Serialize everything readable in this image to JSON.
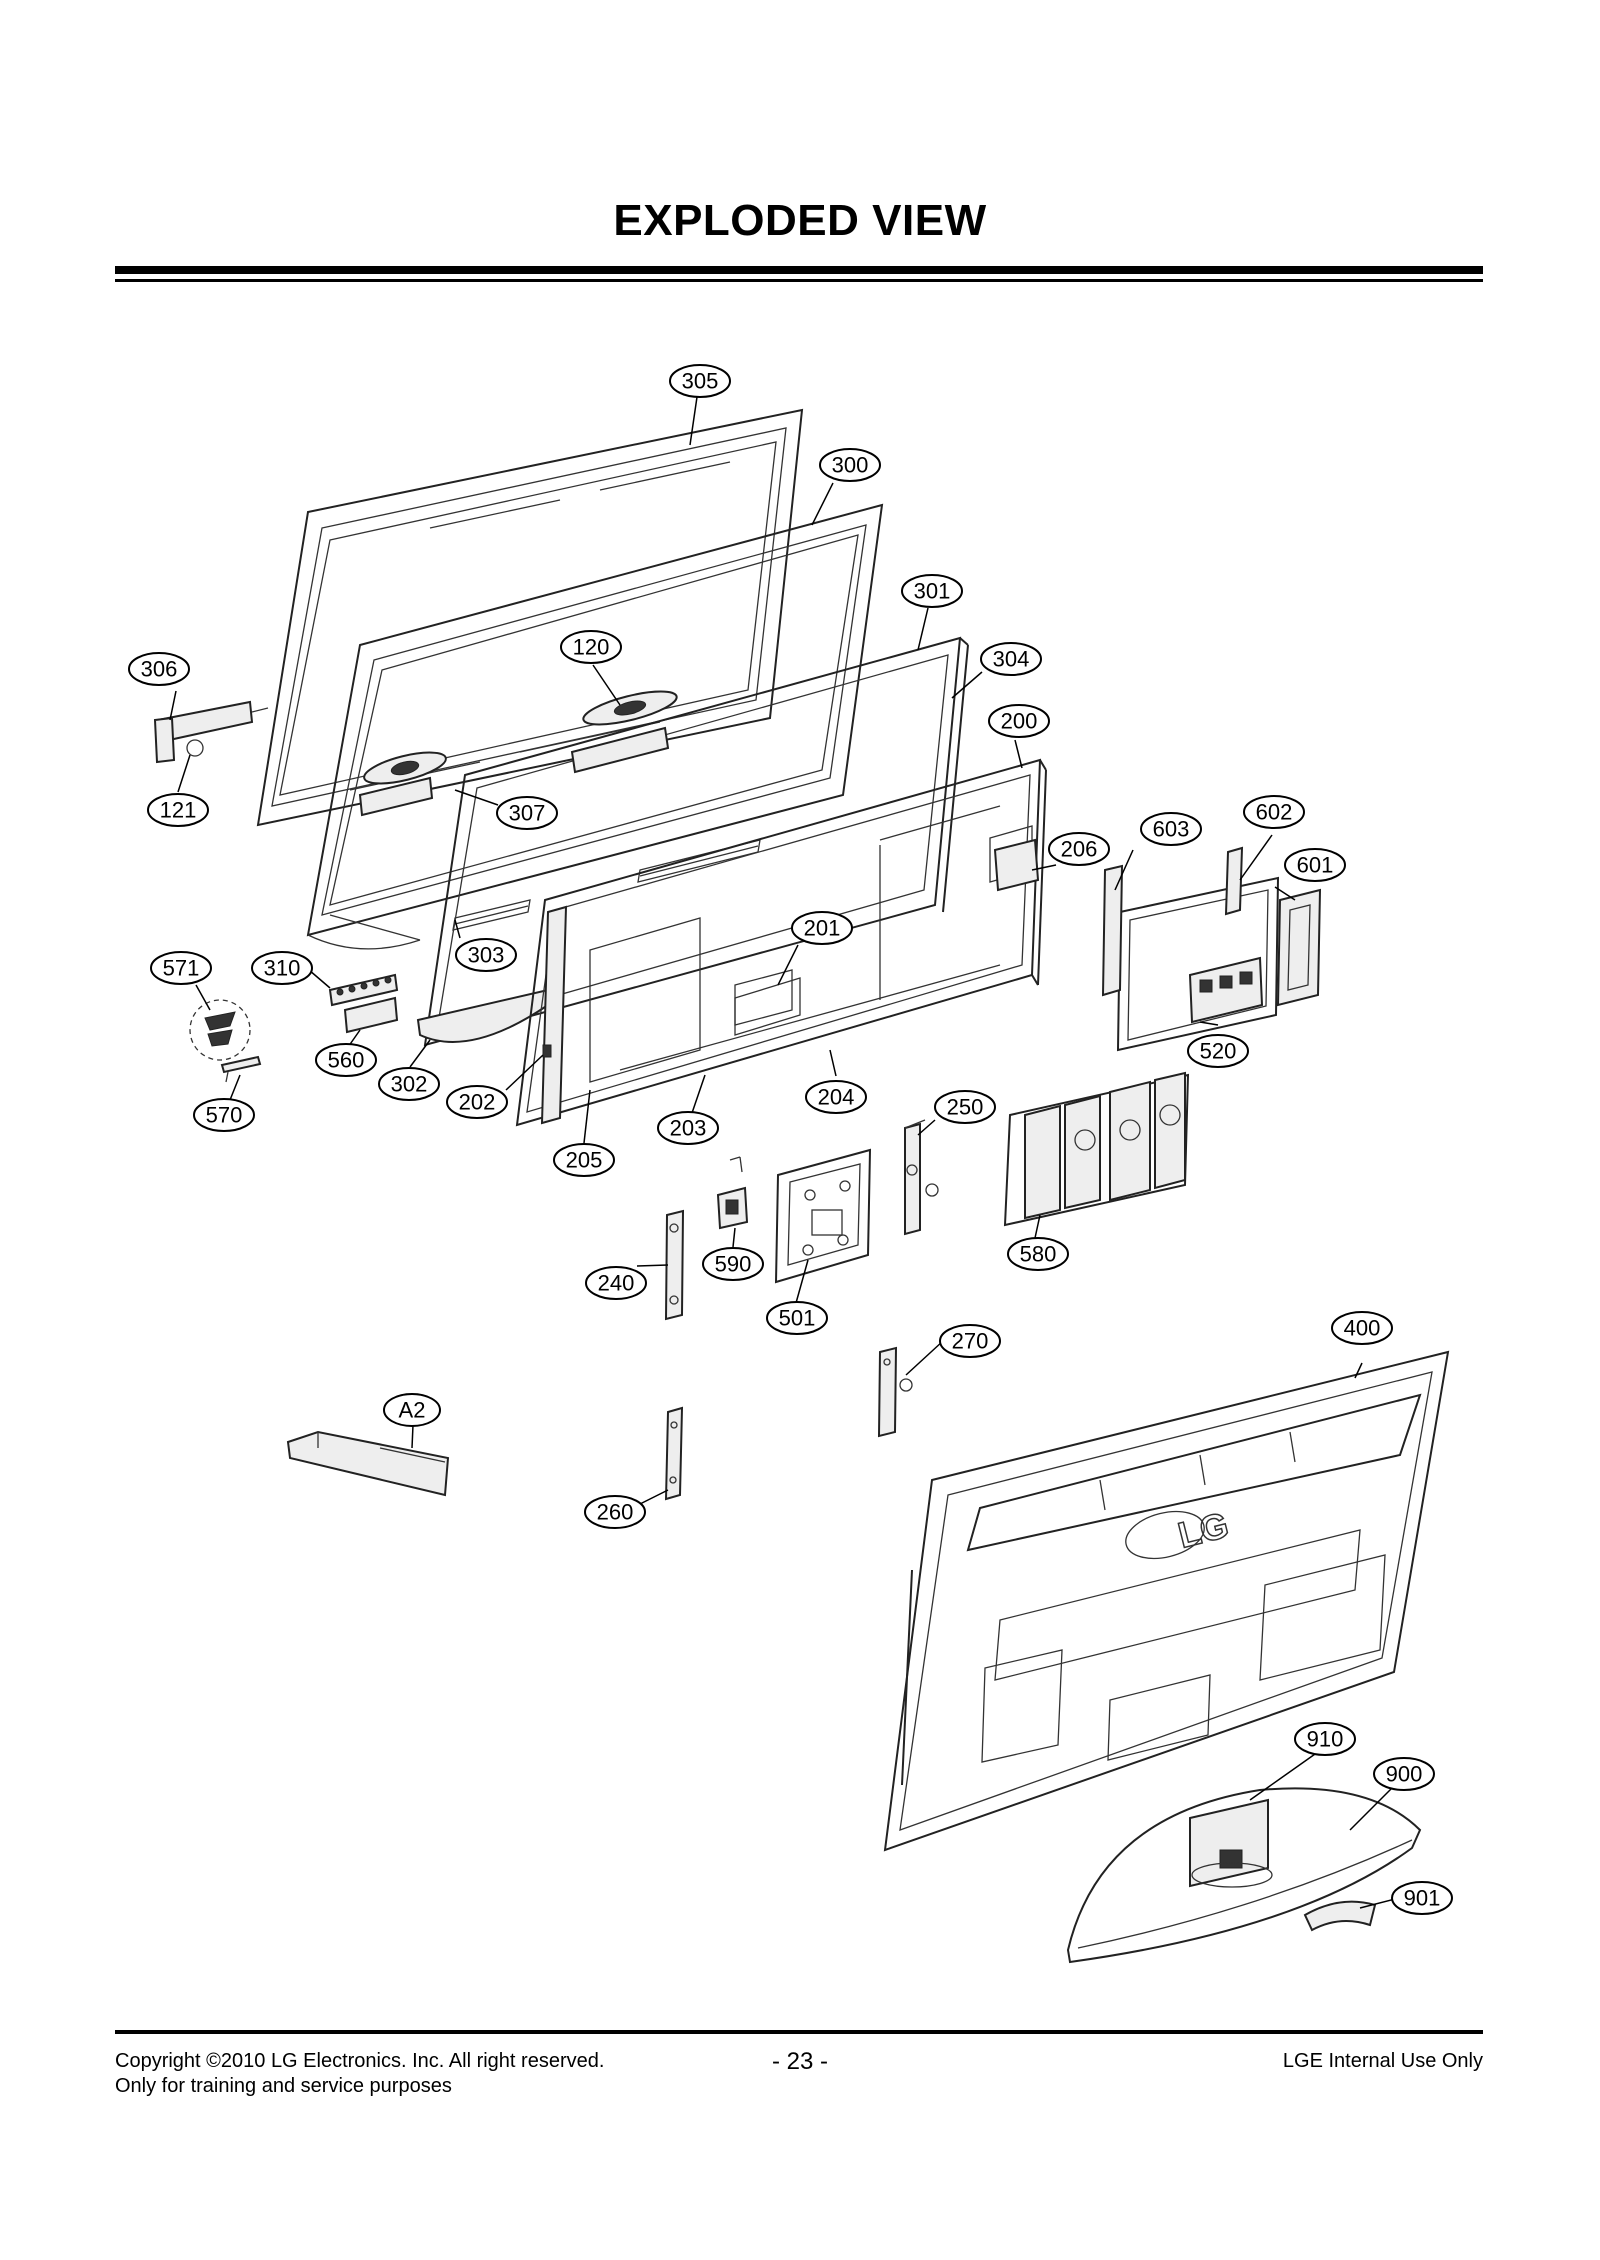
{
  "page": {
    "title": "EXPLODED VIEW",
    "footer": {
      "copyright": "Copyright ©2010 LG Electronics. Inc. All right reserved.",
      "purpose": "Only for training and service purposes",
      "page_number": "- 23 -",
      "internal": "LGE Internal Use Only"
    },
    "logo_text": "LG"
  },
  "callouts": [
    {
      "id": "c305",
      "label": "305"
    },
    {
      "id": "c300",
      "label": "300"
    },
    {
      "id": "c301",
      "label": "301"
    },
    {
      "id": "c304",
      "label": "304"
    },
    {
      "id": "c306",
      "label": "306"
    },
    {
      "id": "c120",
      "label": "120"
    },
    {
      "id": "c200",
      "label": "200"
    },
    {
      "id": "c121",
      "label": "121"
    },
    {
      "id": "c307",
      "label": "307"
    },
    {
      "id": "c206",
      "label": "206"
    },
    {
      "id": "c603",
      "label": "603"
    },
    {
      "id": "c602",
      "label": "602"
    },
    {
      "id": "c601",
      "label": "601"
    },
    {
      "id": "c201",
      "label": "201"
    },
    {
      "id": "c571",
      "label": "571"
    },
    {
      "id": "c310",
      "label": "310"
    },
    {
      "id": "c303",
      "label": "303"
    },
    {
      "id": "c520",
      "label": "520"
    },
    {
      "id": "c560",
      "label": "560"
    },
    {
      "id": "c302",
      "label": "302"
    },
    {
      "id": "c202",
      "label": "202"
    },
    {
      "id": "c204",
      "label": "204"
    },
    {
      "id": "c250",
      "label": "250"
    },
    {
      "id": "c570",
      "label": "570"
    },
    {
      "id": "c203",
      "label": "203"
    },
    {
      "id": "c205",
      "label": "205"
    },
    {
      "id": "c580",
      "label": "580"
    },
    {
      "id": "c590",
      "label": "590"
    },
    {
      "id": "c240",
      "label": "240"
    },
    {
      "id": "c501",
      "label": "501"
    },
    {
      "id": "c400",
      "label": "400"
    },
    {
      "id": "c270",
      "label": "270"
    },
    {
      "id": "cA2",
      "label": "A2"
    },
    {
      "id": "c260",
      "label": "260"
    },
    {
      "id": "c910",
      "label": "910"
    },
    {
      "id": "c900",
      "label": "900"
    },
    {
      "id": "c901",
      "label": "901"
    }
  ]
}
